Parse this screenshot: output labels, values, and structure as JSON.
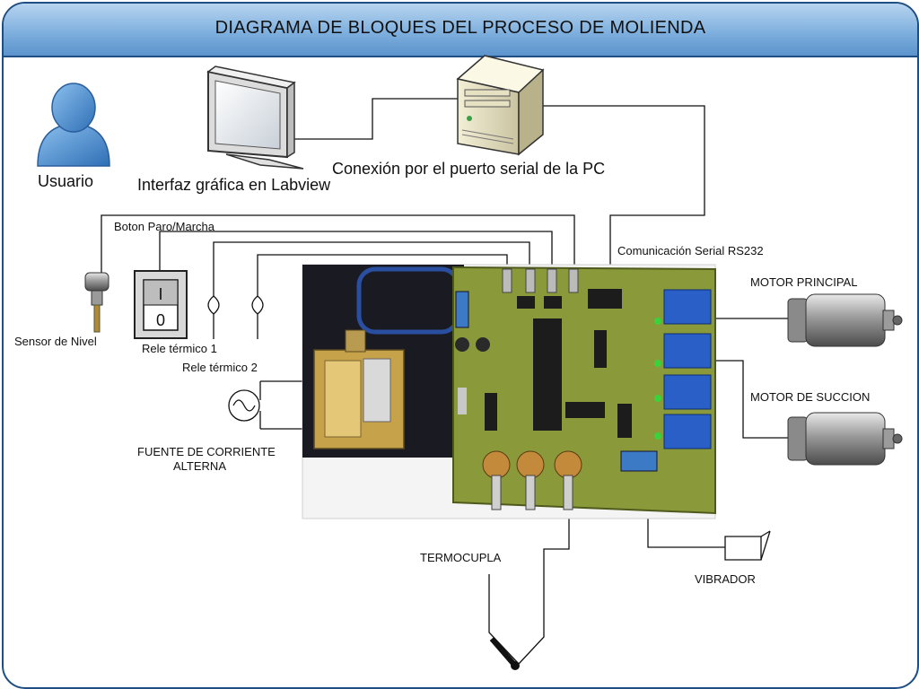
{
  "title": "DIAGRAMA DE BLOQUES DEL PROCESO DE MOLIENDA",
  "labels": {
    "usuario": "Usuario",
    "interfaz": "Interfaz gráfica en Labview",
    "conexion": "Conexión por el puerto serial de la PC",
    "boton": "Boton Paro/Marcha",
    "comunicacion": "Comunicación Serial RS232",
    "sensor": "Sensor de Nivel",
    "rele1": "Rele térmico 1",
    "rele2": "Rele térmico 2",
    "fuente_l1": "FUENTE DE CORRIENTE",
    "fuente_l2": "ALTERNA",
    "motor_principal": "MOTOR PRINCIPAL",
    "motor_succion": "MOTOR DE SUCCION",
    "termocupla": "TERMOCUPLA",
    "vibrador": "VIBRADOR"
  },
  "switch": {
    "on": "I",
    "off": "0"
  },
  "colors": {
    "title_bar": "#7fb0de",
    "border": "#1f4f82",
    "pcb": "#8a9a3a",
    "relay": "#2a5fc8"
  },
  "icons": [
    "user-icon",
    "monitor-icon",
    "pc-tower-icon",
    "level-sensor-icon",
    "switch-icon",
    "thermal-relay-icon",
    "ac-source-icon",
    "motor-icon",
    "thermocouple-icon",
    "vibrator-icon",
    "transformer-icon",
    "control-board-icon"
  ]
}
